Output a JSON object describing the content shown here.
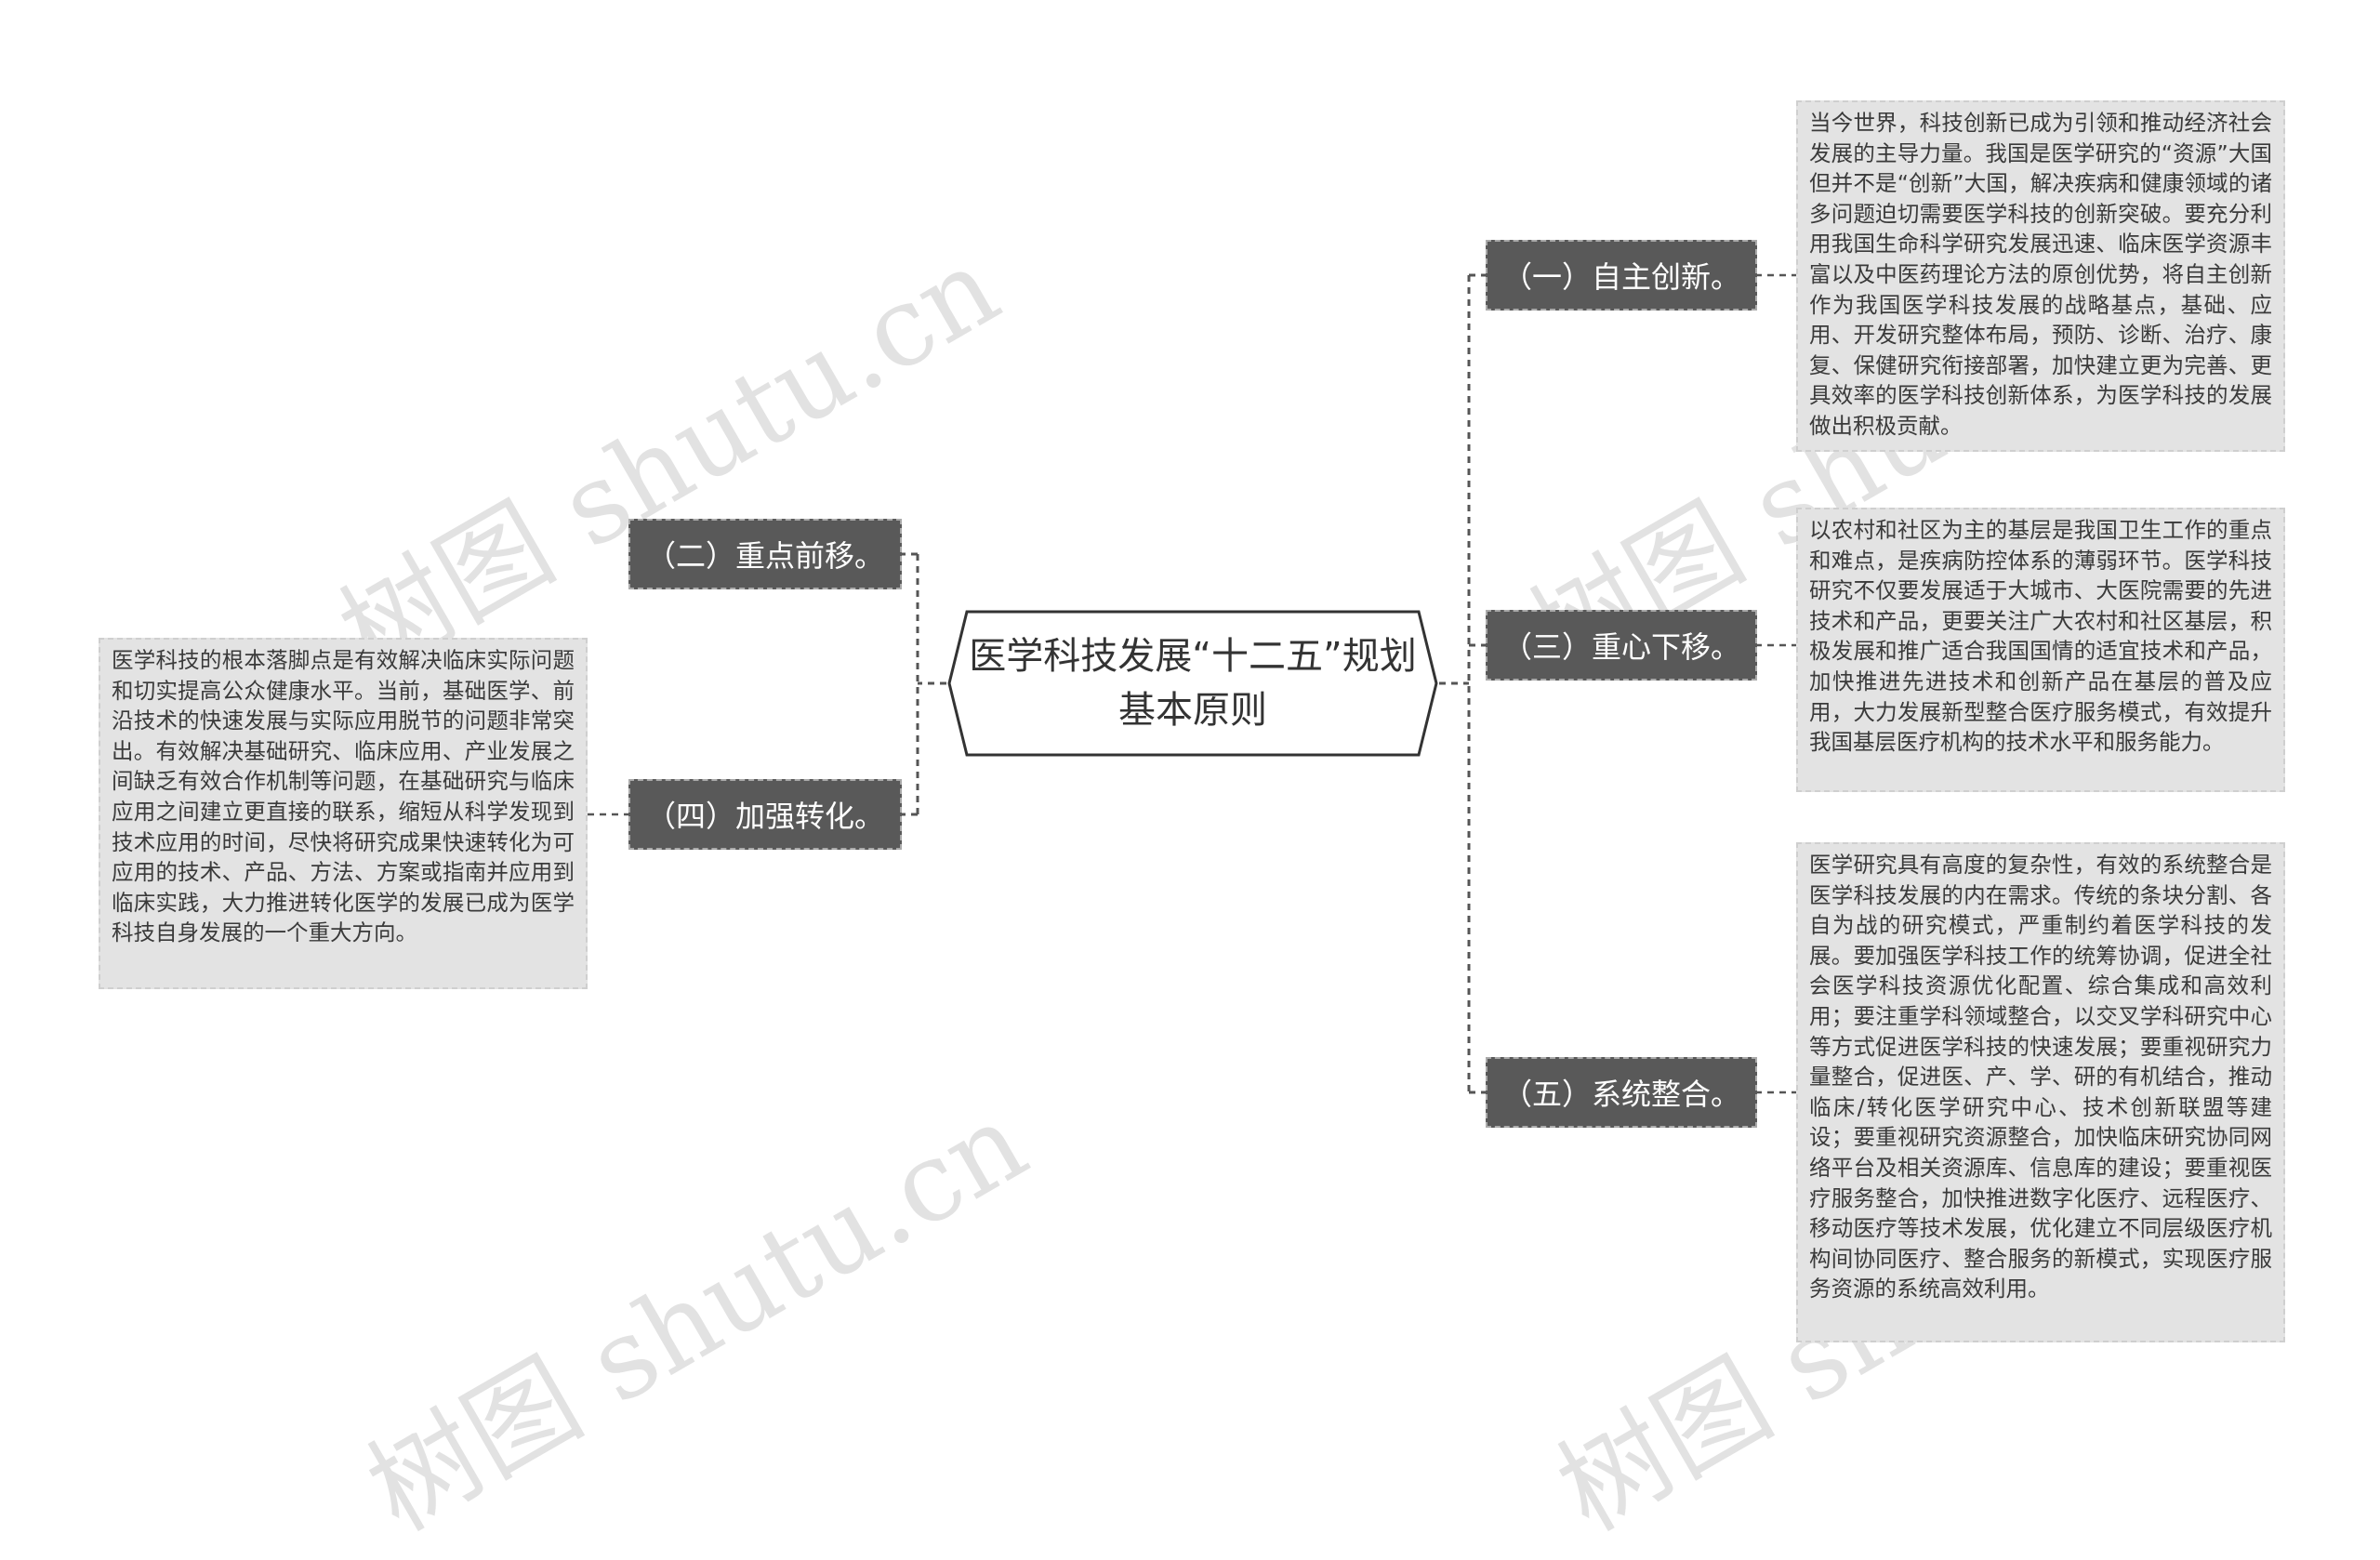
{
  "mindmap": {
    "center": {
      "title": "医学科技发展“十二五”规划基本原则"
    },
    "branches": [
      {
        "label": "（一）自主创新。",
        "text": "当今世界，科技创新已成为引领和推动经济社会发展的主导力量。我国是医学研究的“资源”大国但并不是“创新”大国，解决疾病和健康领域的诸多问题迫切需要医学科技的创新突破。要充分利用我国生命科学研究发展迅速、临床医学资源丰富以及中医药理论方法的原创优势，将自主创新作为我国医学科技发展的战略基点，基础、应用、开发研究整体布局，预防、诊断、治疗、康复、保健研究衔接部署，加快建立更为完善、更具效率的医学科技创新体系，为医学科技的发展做出积极贡献。"
      },
      {
        "label": "（二）重点前移。",
        "text": ""
      },
      {
        "label": "（三）重心下移。",
        "text": "以农村和社区为主的基层是我国卫生工作的重点和难点，是疾病防控体系的薄弱环节。医学科技研究不仅要发展适于大城市、大医院需要的先进技术和产品，更要关注广大农村和社区基层，积极发展和推广适合我国国情的适宜技术和产品，加快推进先进技术和创新产品在基层的普及应用，大力发展新型整合医疗服务模式，有效提升我国基层医疗机构的技术水平和服务能力。"
      },
      {
        "label": "（四）加强转化。",
        "text": "医学科技的根本落脚点是有效解决临床实际问题和切实提高公众健康水平。当前，基础医学、前沿技术的快速发展与实际应用脱节的问题非常突出。有效解决基础研究、临床应用、产业发展之间缺乏有效合作机制等问题，在基础研究与临床应用之间建立更直接的联系，缩短从科学发现到技术应用的时间，尽快将研究成果快速转化为可应用的技术、产品、方法、方案或指南并应用到临床实践，大力推进转化医学的发展已成为医学科技自身发展的一个重大方向。"
      },
      {
        "label": "（五）系统整合。",
        "text": "医学研究具有高度的复杂性，有效的系统整合是医学科技发展的内在需求。传统的条块分割、各自为战的研究模式，严重制约着医学科技的发展。要加强医学科技工作的统筹协调，促进全社会医学科技资源优化配置、综合集成和高效利用；要注重学科领域整合，以交叉学科研究中心等方式促进医学科技的快速发展；要重视研究力量整合，促进医、产、学、研的有机结合，推动临床/转化医学研究中心、技术创新联盟等建设；要重视研究资源整合，加快临床研究协同网络平台及相关资源库、信息库的建设；要重视医疗服务整合，加快推进数字化医疗、远程医疗、移动医疗等技术发展，优化建立不同层级医疗机构间协同医疗、整合服务的新模式，实现医疗服务资源的系统高效利用。"
      }
    ]
  },
  "watermark": "树图 shutu.cn",
  "colors": {
    "branch_fill": "#595959",
    "leaf_fill": "#e3e3e3",
    "connector": "#555555",
    "center_border": "#333333"
  }
}
